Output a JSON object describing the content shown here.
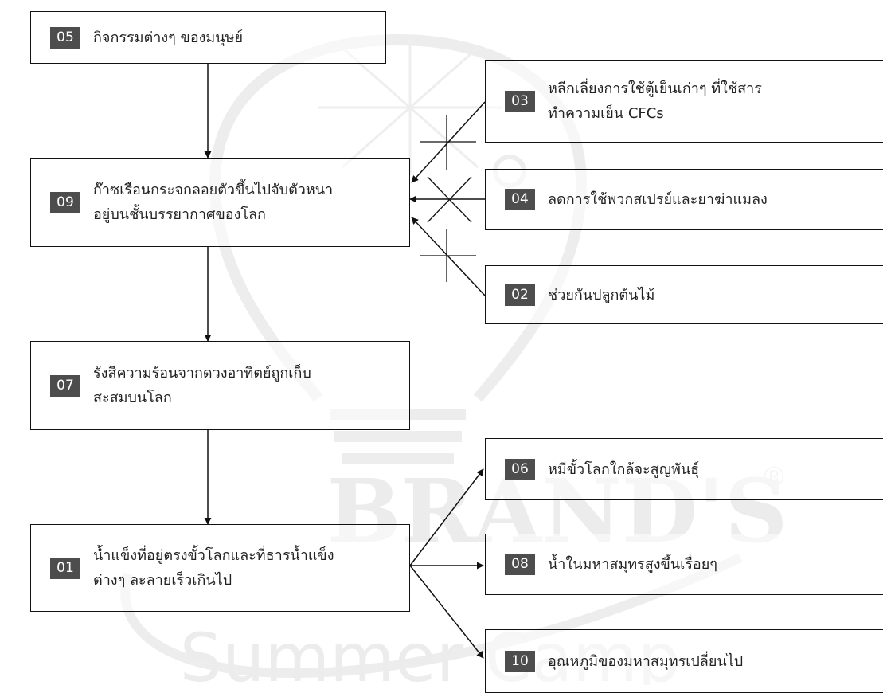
{
  "boxes": [
    {
      "id": "b05",
      "num": "05",
      "lines": [
        "กิจกรรมต่างๆ ของมนุษย์"
      ]
    },
    {
      "id": "b09",
      "num": "09",
      "lines": [
        "ก๊าซเรือนกระจกลอยตัวขึ้นไปจับตัวหนา",
        "อยู่บนชั้นบรรยากาศของโลก"
      ]
    },
    {
      "id": "b07",
      "num": "07",
      "lines": [
        "รังสีความร้อนจากดวงอาทิตย์ถูกเก็บ",
        "สะสมบนโลก"
      ]
    },
    {
      "id": "b01",
      "num": "01",
      "lines": [
        "น้ำแข็งที่อยู่ตรงขั้วโลกและที่ธารน้ำแข็ง",
        "ต่างๆ ละลายเร็วเกินไป"
      ]
    },
    {
      "id": "b03",
      "num": "03",
      "lines": [
        "หลีกเลี่ยงการใช้ตู้เย็นเก่าๆ ที่ใช้สาร",
        "ทำความเย็น CFCs"
      ]
    },
    {
      "id": "b04",
      "num": "04",
      "lines": [
        "ลดการใช้พวกสเปรย์และยาฆ่าแมลง"
      ]
    },
    {
      "id": "b02",
      "num": "02",
      "lines": [
        "ช่วยกันปลูกต้นไม้"
      ]
    },
    {
      "id": "b06",
      "num": "06",
      "lines": [
        "หมีขั้วโลกใกล้จะสูญพันธุ์"
      ]
    },
    {
      "id": "b08",
      "num": "08",
      "lines": [
        "น้ำในมหาสมุทรสูงขึ้นเรื่อยๆ"
      ]
    },
    {
      "id": "b10",
      "num": "10",
      "lines": [
        "อุณหภูมิของมหาสมุทรเปลี่ยนไป"
      ]
    }
  ],
  "watermark": {
    "brand": "BRAND'S",
    "registered": "®",
    "subtitle": "Summer Camp"
  },
  "colors": {
    "box_border": "#111111",
    "badge_bg": "#4d4d4d",
    "badge_text": "#ffffff",
    "text": "#222222",
    "watermark": "#ececec"
  }
}
